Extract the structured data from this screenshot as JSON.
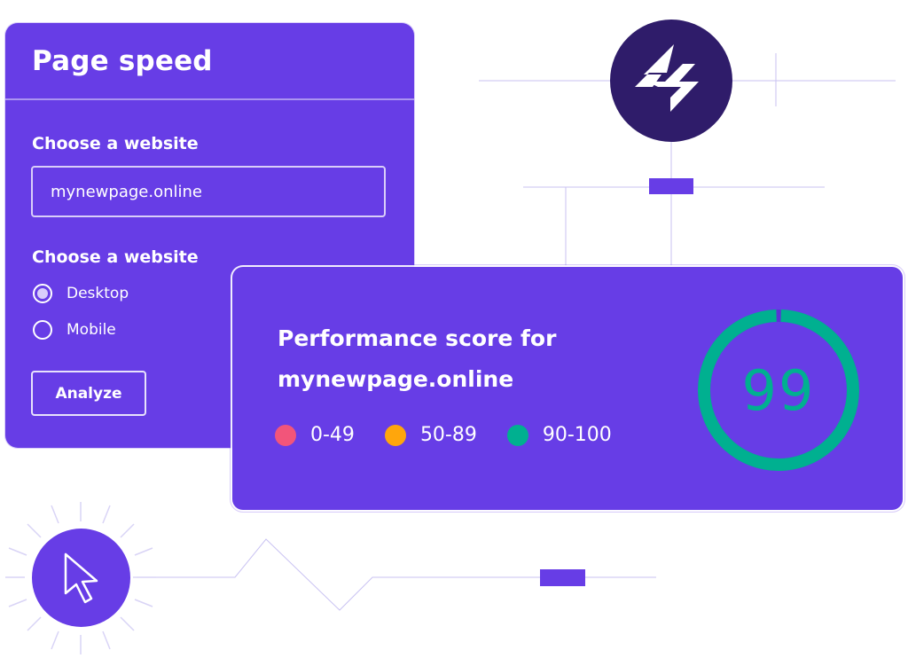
{
  "page_speed": {
    "title": "Page speed",
    "website_label": "Choose a website",
    "website_value": "mynewpage.online",
    "device_label": "Choose a website",
    "options": [
      {
        "label": "Desktop",
        "selected": true
      },
      {
        "label": "Mobile",
        "selected": false
      }
    ],
    "analyze_label": "Analyze"
  },
  "performance": {
    "title_line1": "Performance score for",
    "title_line2": "mynewpage.online",
    "legend": [
      {
        "label": "0-49",
        "color": "#f2557a"
      },
      {
        "label": "50-89",
        "color": "#ffa60c"
      },
      {
        "label": "90-100",
        "color": "#00b090"
      }
    ],
    "score": "99",
    "score_fraction": 0.99,
    "gauge_color": "#00b090"
  },
  "colors": {
    "brand_purple": "#673de6",
    "logo_dark": "#2f1c6a"
  },
  "icons": {
    "logo": "lightning-bolt-logo-icon",
    "cursor": "mouse-pointer-icon"
  }
}
